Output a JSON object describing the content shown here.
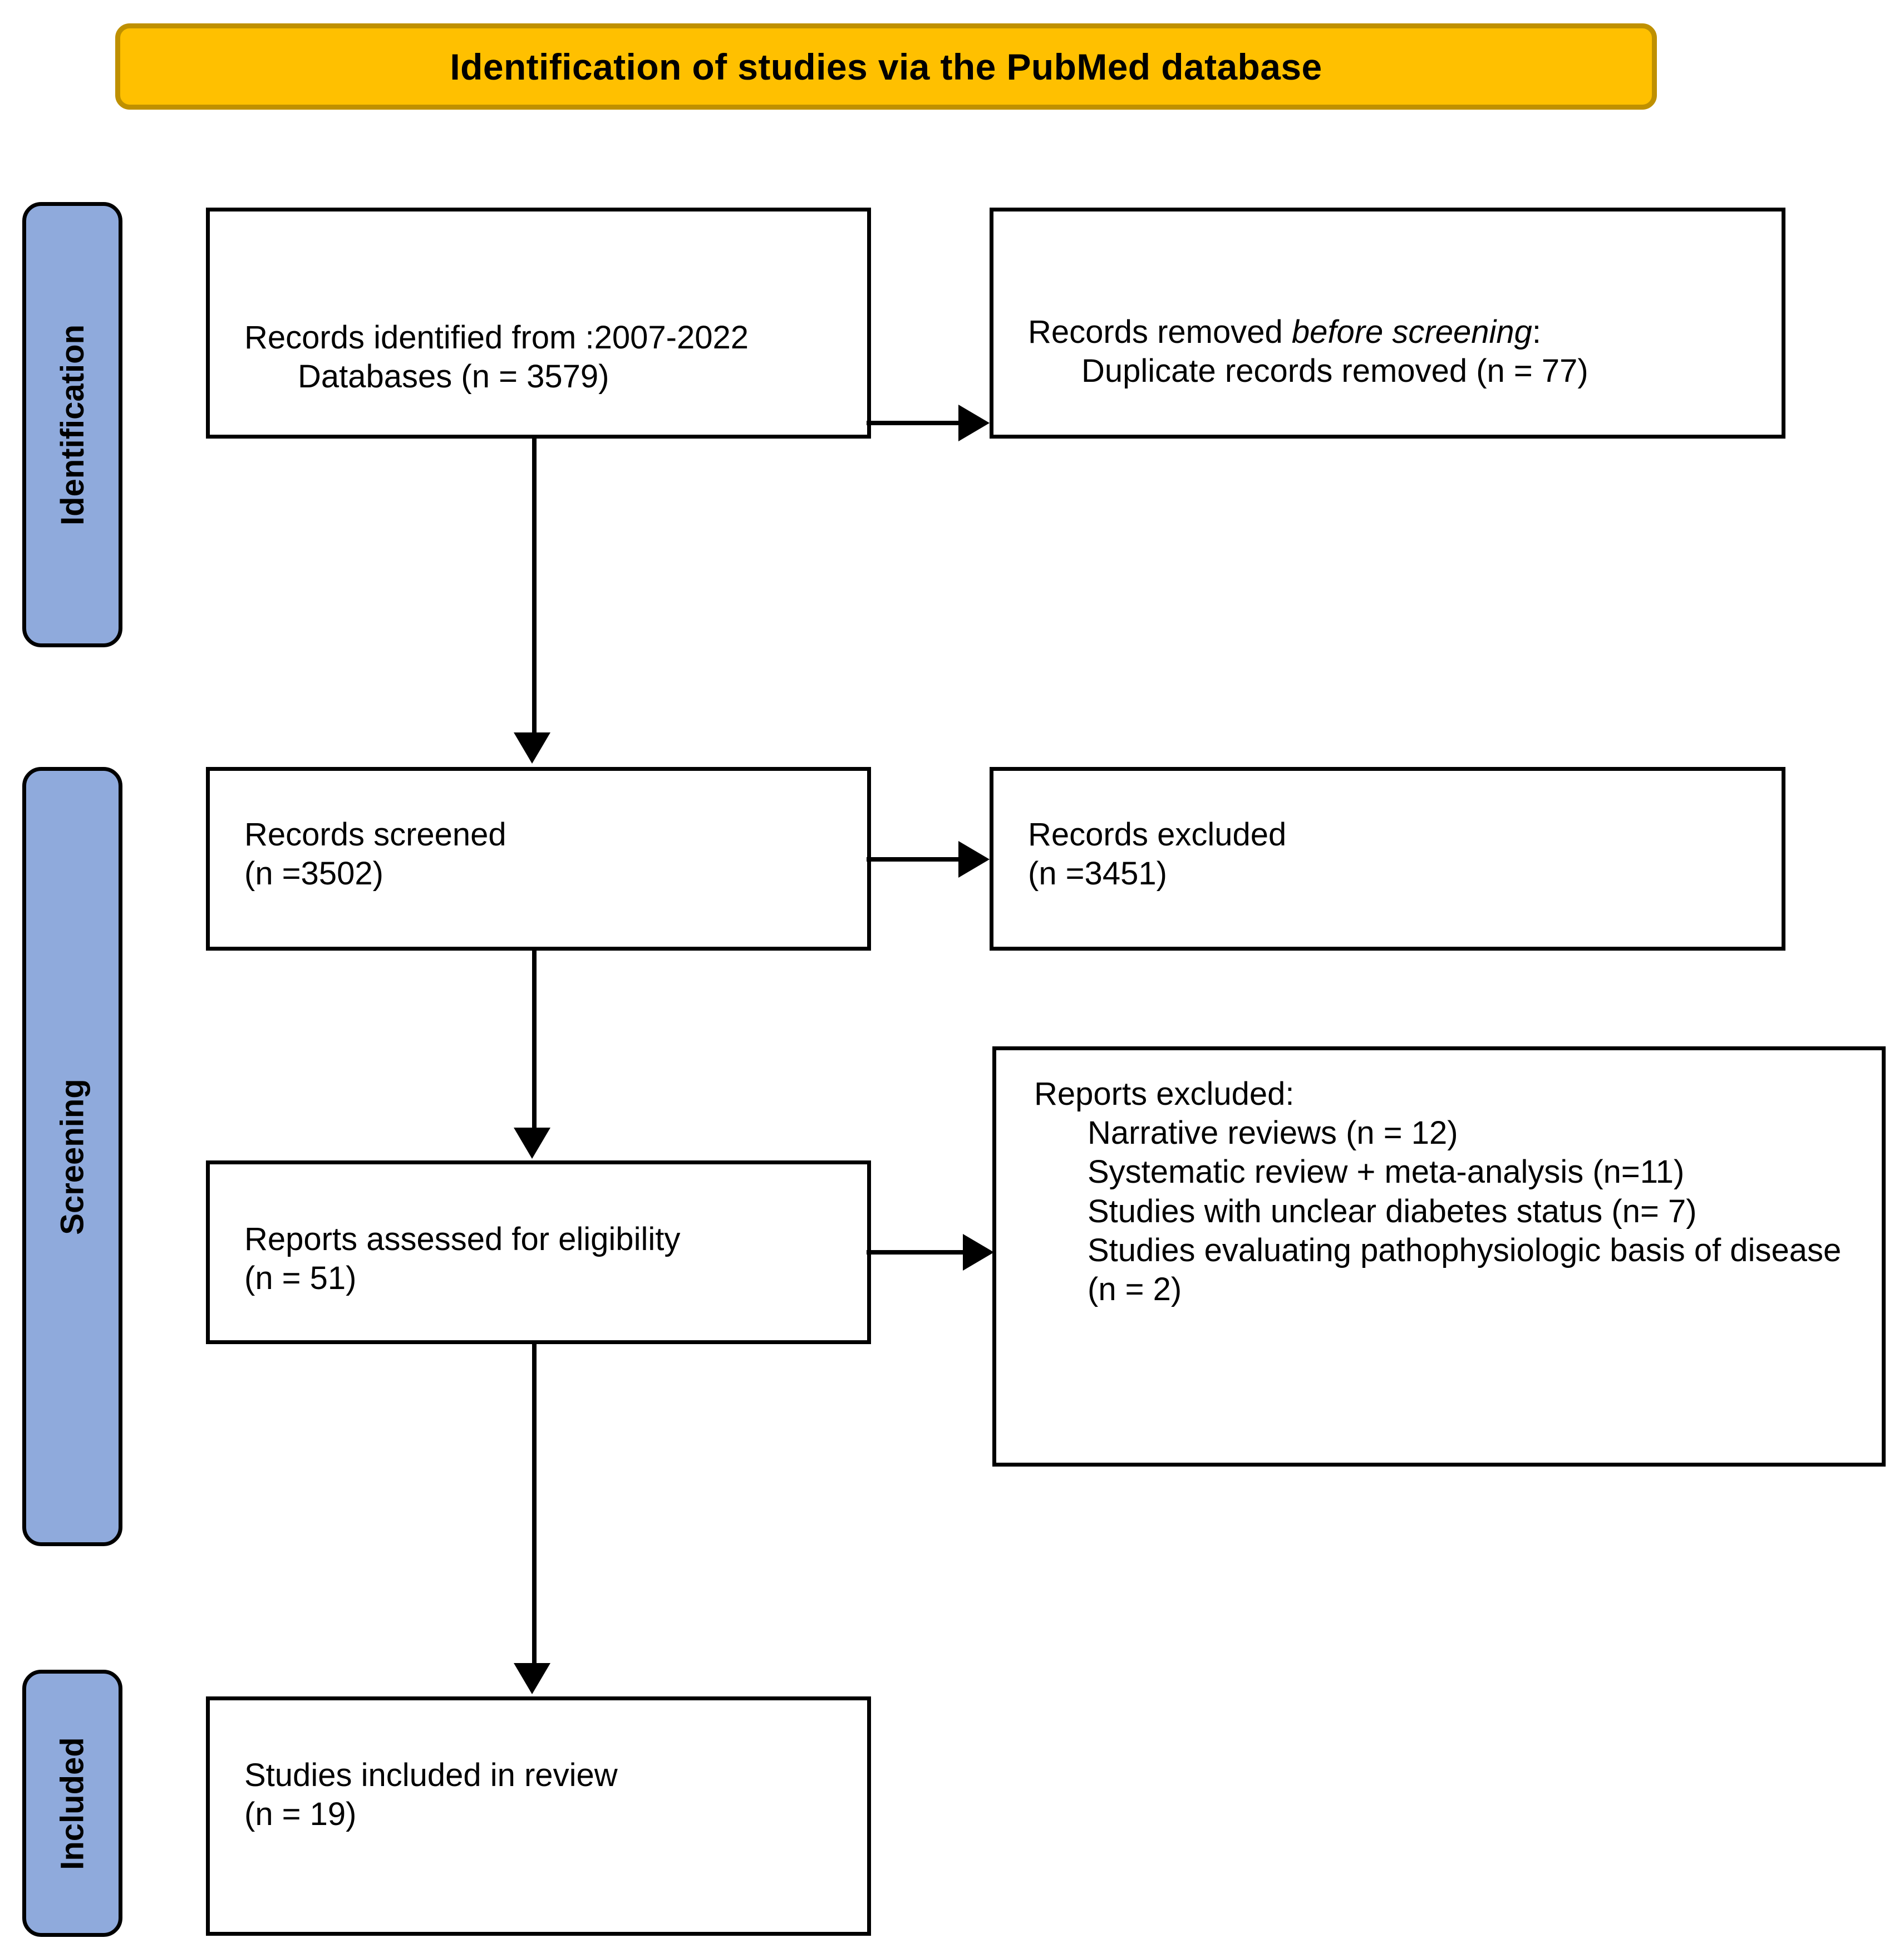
{
  "title": {
    "text": "Identification of studies via the PubMed database",
    "banner_fill": "#FFC000",
    "banner_border": "#BF9000"
  },
  "phases": {
    "fill": "#8FAADC",
    "items": [
      {
        "id": "identification",
        "label": "Identification"
      },
      {
        "id": "screening",
        "label": "Screening"
      },
      {
        "id": "included",
        "label": "Included"
      }
    ]
  },
  "boxes": {
    "identified": {
      "line1": "Records identified from :2007-2022",
      "line2": "Databases (n = 3579)"
    },
    "removed": {
      "line1_prefix": "Records removed ",
      "line1_italic": "before screening",
      "line1_suffix": ":",
      "line2": "Duplicate records removed (n = 77)"
    },
    "screened": {
      "line1": "Records screened",
      "line2": "(n =3502)"
    },
    "excluded": {
      "line1": "Records excluded",
      "line2": "(n =3451)"
    },
    "eligibility": {
      "line1": "Reports assessed for eligibility",
      "line2": "(n = 51)"
    },
    "reports_excluded": {
      "heading": "Reports excluded:",
      "reasons": [
        "Narrative  reviews  (n = 12)",
        "Systematic review + meta-analysis (n=11)",
        "Studies with unclear diabetes status (n= 7)",
        "Studies evaluating pathophysiologic basis of disease (n = 2)"
      ]
    },
    "included": {
      "line1": "Studies included in review",
      "line2": "(n = 19)"
    }
  },
  "chart_data": {
    "type": "diagram",
    "title": "Identification of studies via the PubMed database",
    "diagram_kind": "PRISMA flow diagram",
    "nodes": [
      {
        "id": "identified",
        "phase": "Identification",
        "label": "Records identified from :2007-2022 Databases",
        "n": 3579
      },
      {
        "id": "removed",
        "phase": "Identification",
        "label": "Records removed before screening: Duplicate records removed",
        "n": 77
      },
      {
        "id": "screened",
        "phase": "Screening",
        "label": "Records screened",
        "n": 3502
      },
      {
        "id": "excluded",
        "phase": "Screening",
        "label": "Records excluded",
        "n": 3451
      },
      {
        "id": "eligibility",
        "phase": "Screening",
        "label": "Reports assessed for eligibility",
        "n": 51
      },
      {
        "id": "reports_excluded",
        "phase": "Screening",
        "label": "Reports excluded",
        "breakdown": [
          {
            "reason": "Narrative reviews",
            "n": 12
          },
          {
            "reason": "Systematic review + meta-analysis",
            "n": 11
          },
          {
            "reason": "Studies with unclear diabetes status",
            "n": 7
          },
          {
            "reason": "Studies evaluating pathophysiologic basis of disease",
            "n": 2
          }
        ]
      },
      {
        "id": "included",
        "phase": "Included",
        "label": "Studies included in review",
        "n": 19
      }
    ],
    "edges": [
      {
        "from": "identified",
        "to": "removed",
        "direction": "right"
      },
      {
        "from": "identified",
        "to": "screened",
        "direction": "down"
      },
      {
        "from": "screened",
        "to": "excluded",
        "direction": "right"
      },
      {
        "from": "screened",
        "to": "eligibility",
        "direction": "down"
      },
      {
        "from": "eligibility",
        "to": "reports_excluded",
        "direction": "right"
      },
      {
        "from": "eligibility",
        "to": "included",
        "direction": "down"
      }
    ],
    "date_range": "2007-2022"
  }
}
